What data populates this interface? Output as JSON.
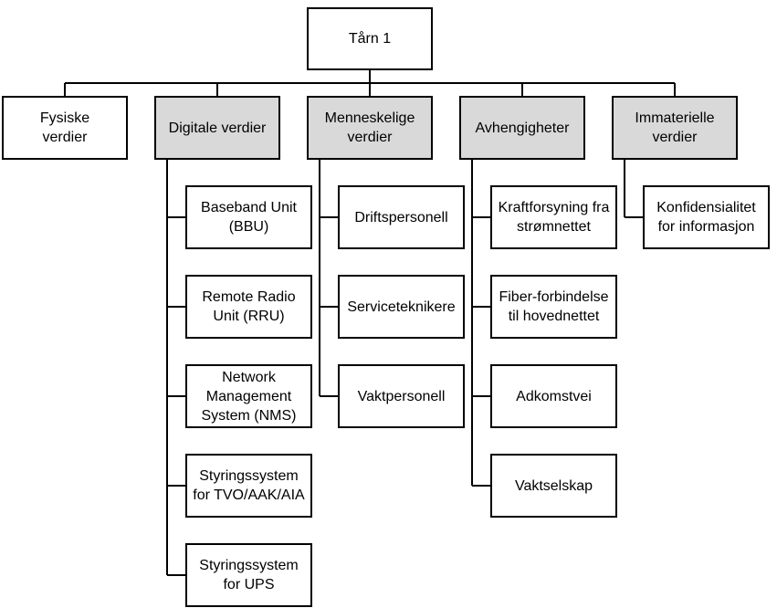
{
  "root": {
    "label": "Tårn 1"
  },
  "categories": [
    {
      "label": "Fysiske\nverdier",
      "shaded": false,
      "items": []
    },
    {
      "label": "Digitale verdier",
      "shaded": true,
      "items": [
        "Baseband Unit\n(BBU)",
        "Remote Radio\nUnit (RRU)",
        "Network\nManagement\nSystem (NMS)",
        "Styringssystem\nfor TVO/AAK/AIA",
        "Styringssystem\nfor UPS"
      ]
    },
    {
      "label": "Menneskelige\nverdier",
      "shaded": true,
      "items": [
        "Driftspersonell",
        "Serviceteknikere",
        "Vaktpersonell"
      ]
    },
    {
      "label": "Avhengigheter",
      "shaded": true,
      "items": [
        "Kraftforsyning fra\nstrømnettet",
        "Fiber-forbindelse\ntil hovednettet",
        "Adkomstvei",
        "Vaktselskap"
      ]
    },
    {
      "label": "Immaterielle\nverdier",
      "shaded": true,
      "items": [
        "Konfidensialitet\nfor informasjon"
      ]
    }
  ],
  "colors": {
    "line": "#000000",
    "shaded_fill": "#d9d9d9",
    "box_fill": "#ffffff"
  }
}
